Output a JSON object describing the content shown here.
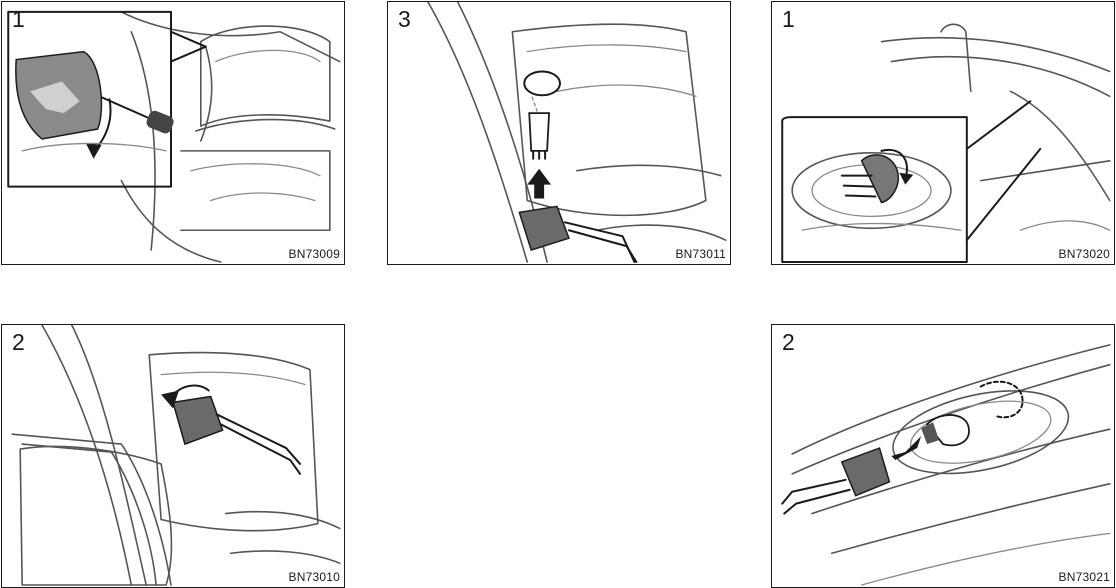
{
  "panels": [
    {
      "step": "1",
      "code": "BN73009"
    },
    {
      "step": "3",
      "code": "BN73011"
    },
    {
      "step": "1",
      "code": "BN73020"
    },
    {
      "step": "2",
      "code": "BN73010"
    },
    {
      "step": "2",
      "code": "BN73021"
    }
  ]
}
